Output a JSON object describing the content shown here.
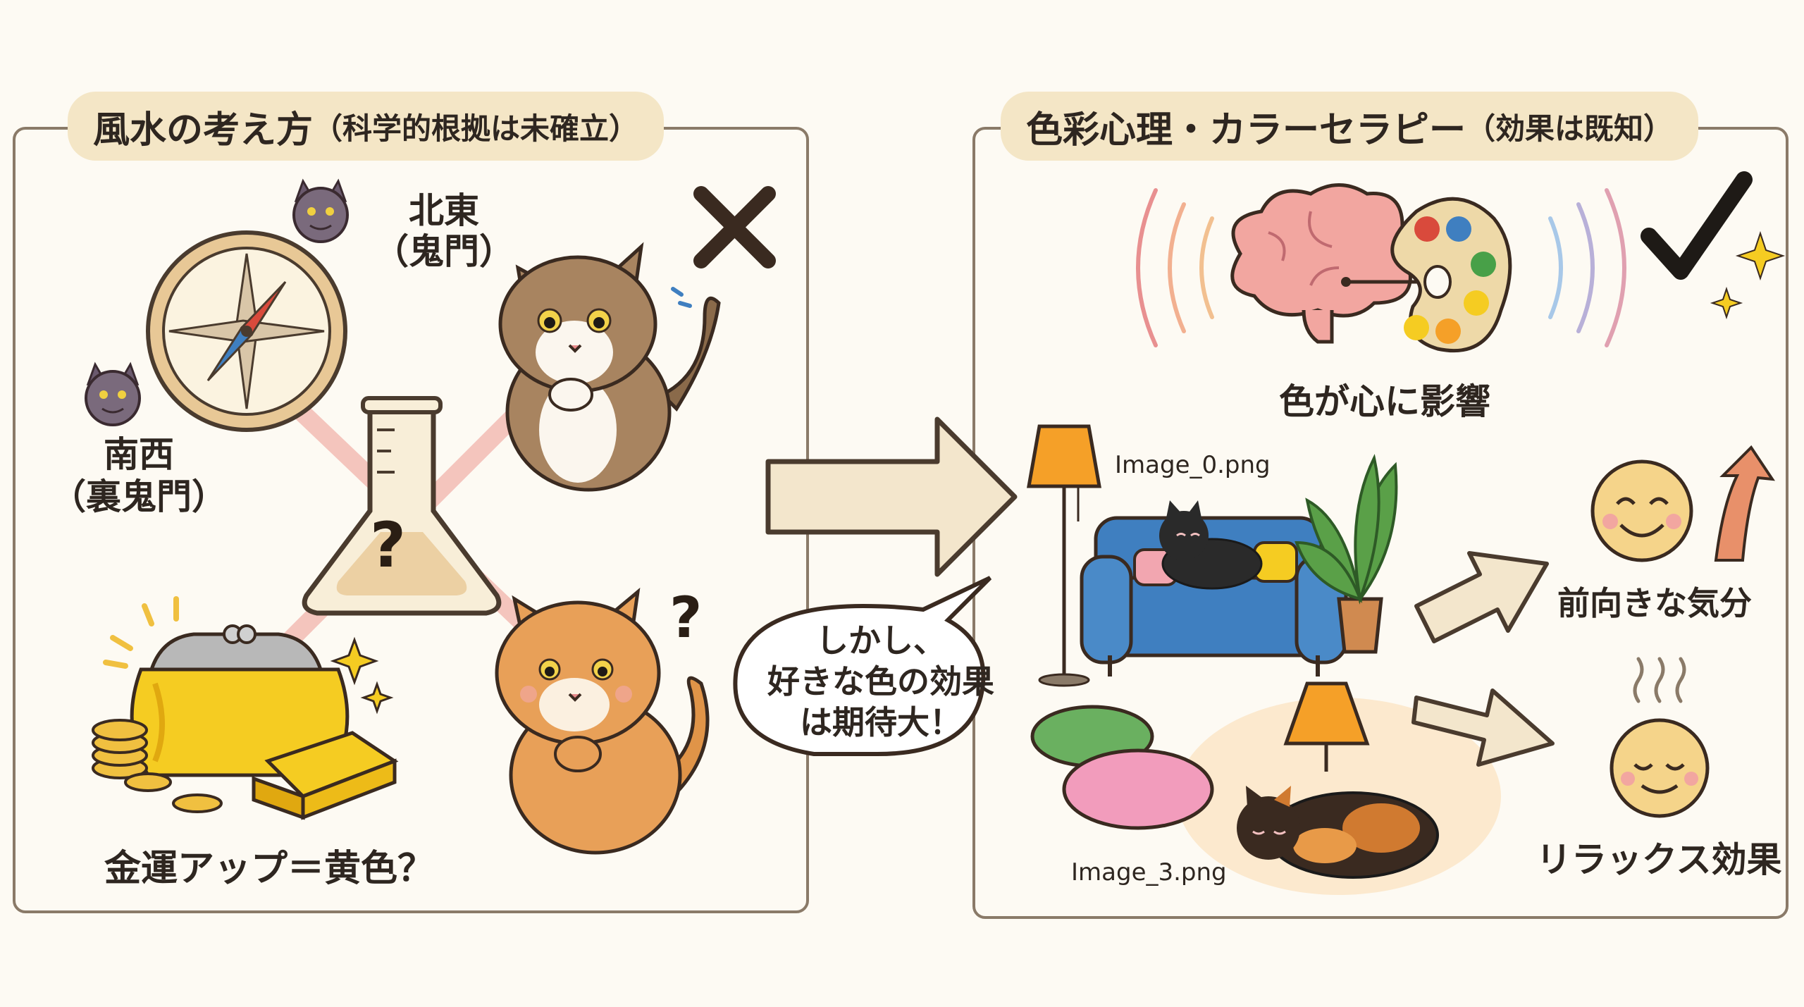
{
  "left_panel": {
    "title_main": "風水の考え方",
    "title_sub": "（科学的根拠は未確立）",
    "northeast": [
      "北東",
      "（鬼門）"
    ],
    "southwest": [
      "南西",
      "（裏鬼門）"
    ],
    "wealth": "金運アップ＝黄色？",
    "flask_mark": "?",
    "cat_mark": "?"
  },
  "right_panel": {
    "title_main": "色彩心理・カラーセラピー",
    "title_sub": "（効果は既知）",
    "brain_caption": "色が心に影響",
    "image_0": "Image_0.png",
    "image_3": "Image_3.png",
    "positive": "前向きな気分",
    "relax": "リラックス効果"
  },
  "bubble": [
    "しかし、",
    "好きな色の効果",
    "は期待大！"
  ],
  "colors": {
    "panel_border": "#8a7a68",
    "title_bg": "#f4e6c6",
    "arrow_fill": "#f3e6cc",
    "arrow_stroke": "#4a3b2e",
    "cross_lines": "#f2b8b0",
    "sofa_blue": "#3f7fc0",
    "purse_yellow": "#f5cc22"
  },
  "icons": [
    "devil-icon",
    "compass-icon",
    "flask-icon",
    "cross-mark-icon",
    "check-mark-icon",
    "brain-icon",
    "palette-icon",
    "smile-face-icon",
    "relaxed-face-icon",
    "lamp-icon",
    "plant-icon",
    "sparkle-icon"
  ]
}
